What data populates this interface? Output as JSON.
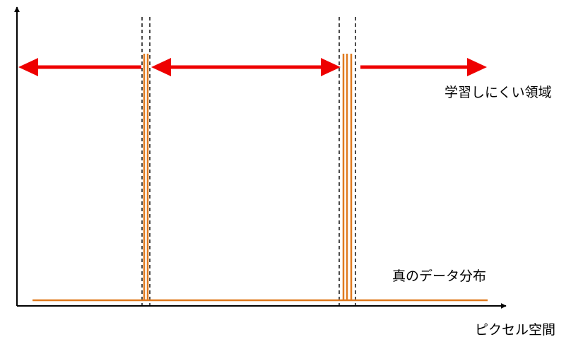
{
  "labels": {
    "hard_region": "学習しにくい領域",
    "true_distribution": "真のデータ分布",
    "x_axis": "ピクセル空間"
  },
  "colors": {
    "arrow": "#ee0000",
    "distribution": "#e07a1f",
    "axis": "#000000",
    "dashed": "#000000"
  }
}
